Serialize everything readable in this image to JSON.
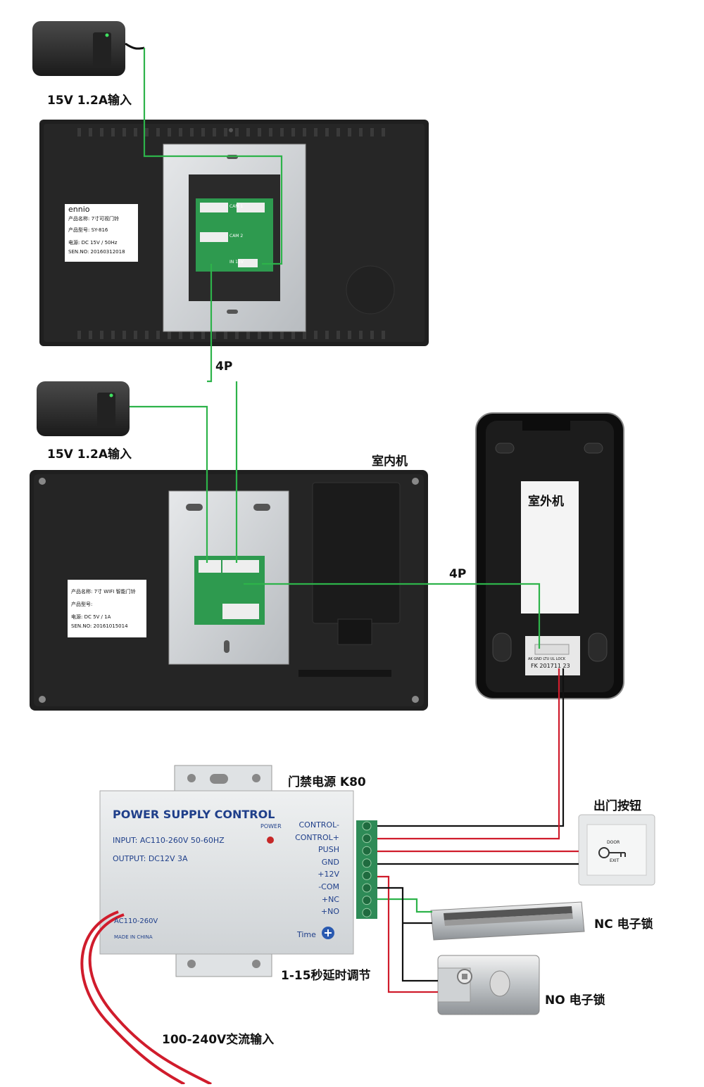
{
  "labels": {
    "power_input_1": "15V 1.2A输入",
    "power_input_2": "15V 1.2A输入",
    "connector_4p_1": "4P",
    "connector_4p_2": "4P",
    "indoor_unit": "室内机",
    "outdoor_unit": "室外机",
    "psu_title": "门禁电源 K80",
    "exit_button": "出门按钮",
    "nc_lock": "NC 电子锁",
    "no_lock": "NO 电子锁",
    "delay_adjust": "1-15秒延时调节",
    "ac_input": "100-240V交流输入"
  },
  "monitor1": {
    "brand": "ennio",
    "product_name": "产品名称: 7寸可视门铃",
    "model": "产品型号: SY-816",
    "power": "电源: DC 15V / 50Hz",
    "serial": "SEN.NO: 20160312018",
    "board_cam1": "CAM 1",
    "board_cam2": "CAM 2",
    "board_in": "IN 15V"
  },
  "monitor2": {
    "product_name": "产品名称: 7寸 WIFI 智能门铃",
    "model": "产品型号:",
    "power": "电源: DC 5V / 1A",
    "serial": "SEN.NO: 20161015014"
  },
  "outdoor": {
    "serial": "FK 201711 23",
    "pins": "AK GND LTU UL LOCK"
  },
  "psu": {
    "title": "POWER SUPPLY CONTROL",
    "input": "INPUT: AC110-260V 50-60HZ",
    "output": "OUTPUT: DC12V 3A",
    "power_led": "POWER",
    "ac_label": "AC110-260V",
    "made_in": "MADE IN CHINA",
    "time": "Time",
    "terminals": [
      "CONTROL-",
      "CONTROL+",
      "PUSH",
      "GND",
      "+12V",
      "-COM",
      "+NC",
      "+NO"
    ]
  },
  "exit_button_device": {
    "top": "DOOR",
    "bottom": "EXIT"
  },
  "colors": {
    "wire_green": "#2db34a",
    "wire_red": "#d01c2c",
    "wire_black": "#111111",
    "device_black": "#1e1e1e",
    "plate_silver": "#cfd2d6"
  }
}
